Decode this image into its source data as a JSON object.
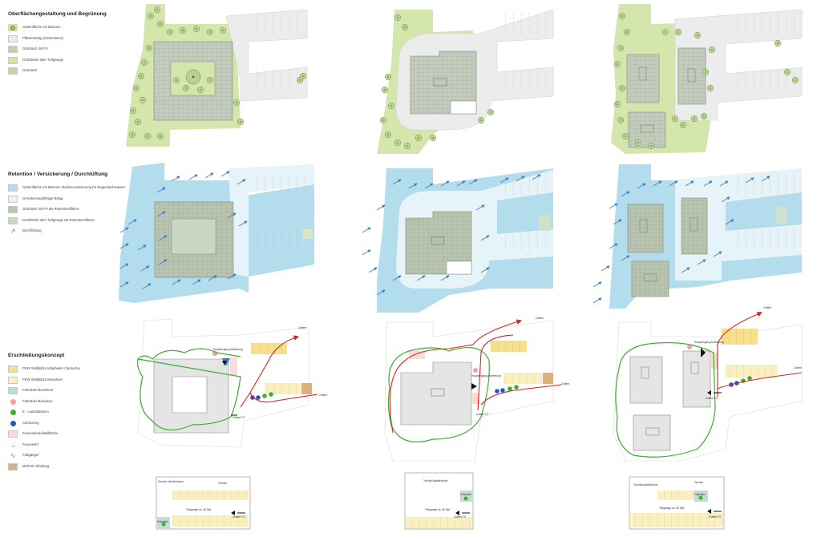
{
  "sections": [
    {
      "title": "Oberflächengestaltung und Begrünung",
      "legend": [
        {
          "label": "Gartenfläche mit Bäumen",
          "color": "#cfe3a8",
          "icon": "tree-circle"
        },
        {
          "label": "Pflasterbelag (Sickersteine)",
          "color": "#ececec",
          "icon": "square"
        },
        {
          "label": "Gründach mit PV",
          "color": "#c2ccb8",
          "icon": "square"
        },
        {
          "label": "Grünfläche über Tiefgarage",
          "color": "#d6e4a8",
          "icon": "square"
        },
        {
          "label": "Gründach",
          "color": "#b8d8a8",
          "icon": "square"
        }
      ]
    },
    {
      "title": "Retention / Versickerung / Durchlüftung",
      "legend": [
        {
          "label": "Gartenfläche mit Bäumen Muldenversickerung für Regendachwasser",
          "color": "#b3dcec",
          "icon": "square"
        },
        {
          "label": "versickerungsfähiger Belag",
          "color": "#e6f3f8",
          "icon": "square"
        },
        {
          "label": "Gründach mit PV als Retentionsfläche",
          "color": "#b8c5b2",
          "icon": "square"
        },
        {
          "label": "Grünfläche über Tiefgarage als Retentionsfläche",
          "color": "#cad8c2",
          "icon": "square"
        },
        {
          "label": "Durchlüftung",
          "color": "#3a7ec6",
          "icon": "arrow"
        }
      ]
    },
    {
      "title": "Erschließungskonzept",
      "legend": [
        {
          "label": "PKW Stellplätze Mitarbeiter / Besucher",
          "color": "#f6e08f",
          "icon": "square"
        },
        {
          "label": "PKW Stellplätze Bewohner",
          "color": "#faf0c4",
          "icon": "square"
        },
        {
          "label": "Fahrräder Bewohner",
          "color": "#c4dcd4",
          "icon": "square"
        },
        {
          "label": "Fahrräder Besucher",
          "color": "#f0a3a3",
          "icon": "dot"
        },
        {
          "label": "E - Ladestationen",
          "color": "#3ab02e",
          "icon": "dot"
        },
        {
          "label": "Carsharing",
          "color": "#2a55b8",
          "icon": "dot"
        },
        {
          "label": "Feuerwehraufstellfläche",
          "color": "#fbdada",
          "icon": "square"
        },
        {
          "label": "Feuerwehr",
          "color": "#e02020",
          "icon": "red-arrow"
        },
        {
          "label": "Fußgänger",
          "color": "#3ab02e",
          "icon": "wave"
        },
        {
          "label": "Müll mit Abholung",
          "color": "#dcb07c",
          "icon": "square"
        }
      ]
    }
  ],
  "plan_labels": {
    "zufahrt": "Zufahrt",
    "zufahrt_tg": "Zufahrt TG",
    "haupteingang": "Haupteingang Anlieferung",
    "technik": "Technik",
    "technik_abstell": "Technik / Abstellräume",
    "technik_abstell_2": "Technik/Abstellräume",
    "tiefgarage": "Tiefgarage ca. 38 Stpl.",
    "fahrraeder": "Fahrräder"
  }
}
